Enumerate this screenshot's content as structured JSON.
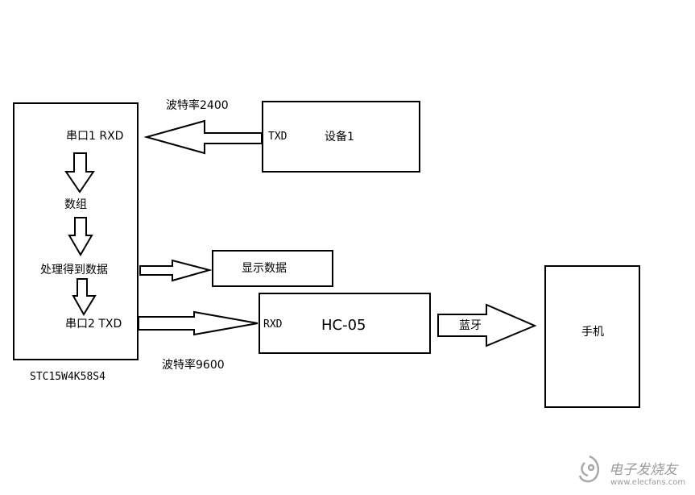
{
  "mcu": {
    "name": "STC15W4K58S4",
    "uart1": "串口1 RXD",
    "array": "数组",
    "process": "处理得到数据",
    "uart2": "串口2 TXD"
  },
  "device": {
    "pin": "TXD",
    "label": "设备1"
  },
  "baud_top": "波特率2400",
  "display": {
    "label": "显示数据"
  },
  "hc05": {
    "pin": "RXD",
    "label": "HC-05"
  },
  "baud_bottom": "波特率9600",
  "bluetooth": "蓝牙",
  "phone": {
    "label": "手机"
  },
  "watermark": {
    "brand": "电子发烧友",
    "url": "www.elecfans.com"
  }
}
